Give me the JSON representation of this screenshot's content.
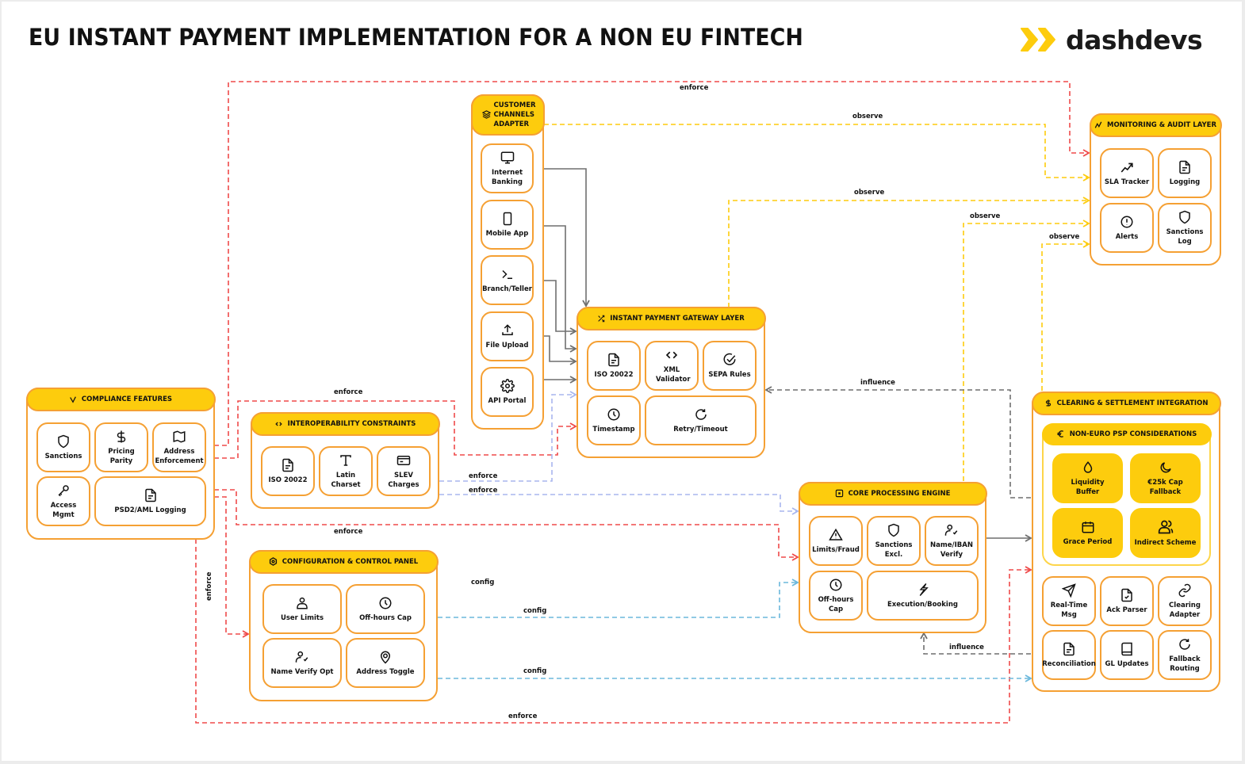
{
  "title": "EU INSTANT PAYMENT IMPLEMENTATION FOR A NON EU FINTECH",
  "logo": {
    "text": "dashdevs",
    "icon": "double-chevron-logo-icon",
    "accent": "#fdcc0d"
  },
  "colors": {
    "panel_border": "#f5a033",
    "panel_header": "#fdcc0d",
    "enforce": "#ef4a4a",
    "observe": "#fdcc0d",
    "config": "#6bb8dc",
    "enforce_interop": "#a9b6ee",
    "flow": "#6f6f6f",
    "influence": "#6f6f6f"
  },
  "panels": {
    "customer_channels": {
      "title": "CUSTOMER CHANNELS ADAPTER",
      "icon": "layers-icon",
      "items": [
        {
          "label": "Internet Banking",
          "icon": "monitor-icon"
        },
        {
          "label": "Mobile App",
          "icon": "smartphone-icon"
        },
        {
          "label": "Branch/Teller",
          "icon": "terminal-icon"
        },
        {
          "label": "File Upload",
          "icon": "upload-icon"
        },
        {
          "label": "API Portal",
          "icon": "gear-icon"
        }
      ]
    },
    "gateway": {
      "title": "INSTANT PAYMENT GATEWAY LAYER",
      "icon": "shuffle-icon",
      "items": [
        {
          "label": "ISO 20022",
          "icon": "document-icon"
        },
        {
          "label": "XML Validator",
          "icon": "code-icon"
        },
        {
          "label": "SEPA Rules",
          "icon": "check-circle-icon"
        },
        {
          "label": "Timestamp",
          "icon": "clock-icon"
        },
        {
          "label": "Retry/Timeout",
          "icon": "refresh-icon"
        }
      ]
    },
    "monitoring": {
      "title": "MONITORING & AUDIT LAYER",
      "icon": "activity-icon",
      "items": [
        {
          "label": "SLA Tracker",
          "icon": "trending-up-icon"
        },
        {
          "label": "Logging",
          "icon": "document-icon"
        },
        {
          "label": "Alerts",
          "icon": "alert-circle-icon"
        },
        {
          "label": "Sanctions Log",
          "icon": "shield-icon"
        }
      ]
    },
    "compliance": {
      "title": "COMPLIANCE FEATURES",
      "icon": "check-icon",
      "items": [
        {
          "label": "Sanctions",
          "icon": "shield-icon"
        },
        {
          "label": "Pricing Parity",
          "icon": "dollar-icon"
        },
        {
          "label": "Address Enforcement",
          "icon": "map-icon"
        },
        {
          "label": "Access Mgmt",
          "icon": "key-icon"
        },
        {
          "label": "PSD2/AML Logging",
          "icon": "document-icon"
        }
      ]
    },
    "interop": {
      "title": "INTEROPERABILITY CONSTRAINTS",
      "icon": "code-icon",
      "items": [
        {
          "label": "ISO 20022",
          "icon": "document-icon"
        },
        {
          "label": "Latin Charset",
          "icon": "type-icon"
        },
        {
          "label": "SLEV Charges",
          "icon": "credit-card-icon"
        }
      ]
    },
    "config": {
      "title": "CONFIGURATION & CONTROL PANEL",
      "icon": "settings-icon",
      "items": [
        {
          "label": "User Limits",
          "icon": "user-icon"
        },
        {
          "label": "Off-hours Cap",
          "icon": "clock-icon"
        },
        {
          "label": "Name Verify Opt",
          "icon": "user-check-icon"
        },
        {
          "label": "Address Toggle",
          "icon": "map-pin-icon"
        }
      ]
    },
    "core": {
      "title": "CORE PROCESSING ENGINE",
      "icon": "cpu-icon",
      "items": [
        {
          "label": "Limits/Fraud",
          "icon": "warning-icon"
        },
        {
          "label": "Sanctions Excl.",
          "icon": "shield-icon"
        },
        {
          "label": "Name/IBAN Verify",
          "icon": "user-check-icon"
        },
        {
          "label": "Off-hours Cap",
          "icon": "clock-icon"
        },
        {
          "label": "Execution/Booking",
          "icon": "lightning-icon"
        }
      ]
    },
    "clearing": {
      "title": "CLEARING & SETTLEMENT INTEGRATION",
      "icon": "dollar-icon",
      "sub": {
        "title": "NON-EURO PSP CONSIDERATIONS",
        "icon": "euro-icon",
        "items": [
          {
            "label": "Liquidity Buffer",
            "icon": "droplet-icon"
          },
          {
            "label": "€25k Cap Fallback",
            "icon": "moon-icon"
          },
          {
            "label": "Grace Period",
            "icon": "calendar-icon"
          },
          {
            "label": "Indirect Scheme",
            "icon": "users-icon"
          }
        ]
      },
      "items": [
        {
          "label": "Real-Time Msg",
          "icon": "send-icon"
        },
        {
          "label": "Ack Parser",
          "icon": "file-check-icon"
        },
        {
          "label": "Clearing Adapter",
          "icon": "link-icon"
        },
        {
          "label": "Reconciliation",
          "icon": "document-icon"
        },
        {
          "label": "GL Updates",
          "icon": "book-icon"
        },
        {
          "label": "Fallback Routing",
          "icon": "refresh-icon"
        }
      ]
    }
  },
  "edge_labels": {
    "enforce_top": "enforce",
    "observe_channels": "observe",
    "observe_gateway": "observe",
    "observe_core": "observe",
    "observe_clearing": "observe",
    "enforce_interop_gw": "enforce",
    "influence_gw": "influence",
    "enforce_interop_to_gw": "enforce",
    "enforce_interop_to_core": "enforce",
    "enforce_core": "enforce",
    "config_label": "config",
    "config_core": "config",
    "config_clearing": "config",
    "enforce_config": "enforce",
    "influence_core": "influence",
    "enforce_bottom": "enforce"
  }
}
